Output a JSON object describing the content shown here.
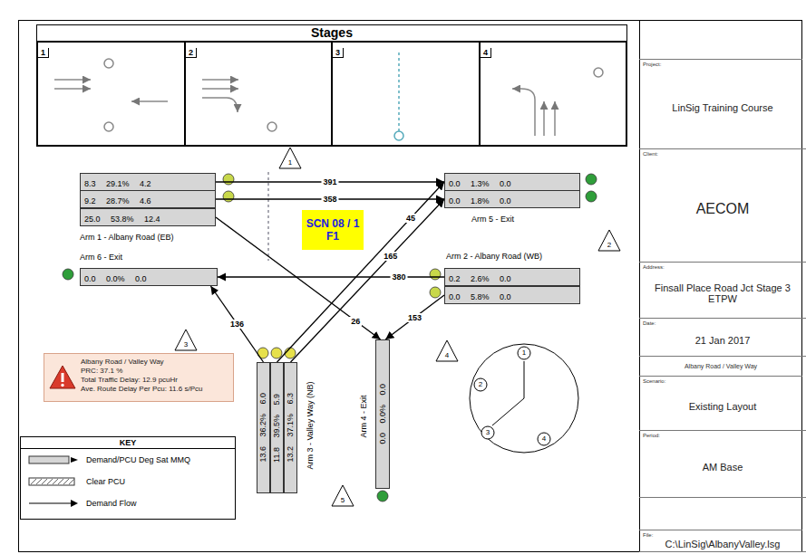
{
  "diagram": {
    "nodes": [
      {
        "text": [
          "Stages"
        ]
      },
      {
        "text": [
          "1"
        ],
        "in": 0
      },
      {
        "text": [
          "2"
        ],
        "in": 0
      },
      {
        "text": [
          "3"
        ],
        "in": 0
      },
      {
        "text": [
          "4"
        ],
        "in": 0
      },
      {
        "text": [
          "8.3 29.1% 4.2"
        ]
      },
      {
        "text": [
          "9.2 28.7% 4.6"
        ]
      },
      {
        "text": [
          "25.0 53.8% 12.4"
        ]
      },
      {
        "text": [
          "0.0 1.3% 0.0"
        ]
      },
      {
        "text": [
          "0.0 1.8% 0.0"
        ]
      },
      {
        "text": [
          "0.0 0.0% 0.0"
        ]
      },
      {
        "text": [
          "0.2 2.6% 0.0"
        ]
      },
      {
        "text": [
          "0.0 5.8% 0.0"
        ]
      },
      {
        "text": [
          "13.6 36.2% 6.0"
        ]
      },
      {
        "text": [
          "11.8 39.5% 5.9"
        ]
      },
      {
        "text": [
          "13.2 37.1% 6.3"
        ]
      },
      {
        "text": [
          "0.0 0.0% 0.0"
        ]
      },
      {
        "text": [
          "SCN 08 / 1 F1"
        ]
      },
      {
        "text": [
          "Albany Road / Valley Way",
          "PRC: 37.1 %",
          "Total Traffic Delay: 12.9 pcuHr",
          "Ave. Route Delay Per Pcu: 11.6 s/Pcu"
        ]
      },
      {
        "text": [
          "KEY"
        ]
      },
      {
        "text": [
          "Project:",
          "LinSig Training Course"
        ]
      },
      {
        "text": [
          "Client:",
          "AECOM"
        ]
      },
      {
        "text": [
          "Address:",
          "Finsall Place Road Jct Stage 3 ETPW"
        ]
      },
      {
        "text": [
          "Date:",
          "21 Jan 2017"
        ]
      },
      {
        "text": [
          "Albany Road / Valley Way"
        ]
      },
      {
        "text": [
          "Scenario:",
          "Existing Layout"
        ]
      },
      {
        "text": [
          "Period:",
          "AM Base"
        ]
      },
      {
        "text": [
          "File:",
          "C:\\LinSig\\AlbanyValley.lsg"
        ]
      }
    ],
    "edges": [
      {
        "from": 5,
        "to": 8,
        "arrow": "to",
        "label": "391"
      },
      {
        "from": 6,
        "to": 9,
        "arrow": "to",
        "label": "358"
      },
      {
        "from": 7,
        "to": 16,
        "arrow": "to",
        "label": "26"
      },
      {
        "from": 11,
        "to": 10,
        "arrow": "to",
        "label": "380"
      },
      {
        "from": 12,
        "to": 16,
        "arrow": "to",
        "label": "153"
      },
      {
        "from": 13,
        "to": 10,
        "arrow": "to",
        "label": "136"
      },
      {
        "from": 14,
        "to": 8,
        "arrow": "to",
        "label": "45"
      },
      {
        "from": 15,
        "to": 9,
        "arrow": "to",
        "label": "165"
      }
    ],
    "labels": [
      "Arm 1 - Albany Road (EB)",
      "Arm 6 - Exit",
      "Arm 5 - Exit",
      "Arm 2 - Albany Road (WB)",
      "Arm 3 - Valley Way (NB)",
      "Arm 4 - Exit",
      "1",
      "2",
      "3",
      "4",
      "5",
      "1",
      "2",
      "3",
      "4"
    ],
    "legend": [
      {
        "text": "Demand/PCU Deg Sat MMQ"
      },
      {
        "text": "Clear PCU"
      },
      {
        "text": "Demand Flow"
      }
    ]
  }
}
